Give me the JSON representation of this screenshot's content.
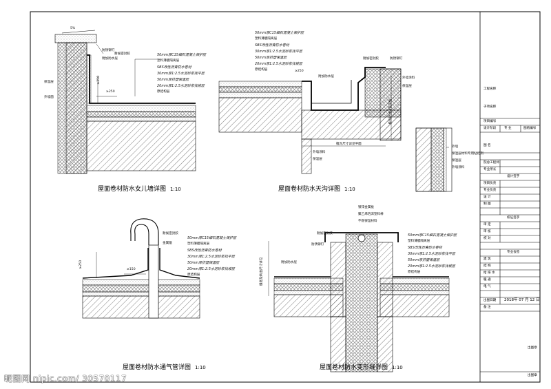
{
  "details": {
    "parapet": {
      "caption": "屋面卷材防水女儿墙详图",
      "scale": "1:10",
      "slope": "5%",
      "dim_250_v": "≥250",
      "dim_250_h": "≥250",
      "left_labels": [
        "保温层",
        "外墙面"
      ],
      "callouts": [
        "防锈铆钉",
        "附加防水层",
        "耐候密封胶"
      ],
      "layers": [
        "50mm厚C15细石混凝土保护层",
        "塑料薄膜隔离层",
        "SBS改性沥青防水卷材",
        "30mm厚1:2.5水泥砂浆找平层",
        "50mm厚挤塑保温层",
        "20mm厚1:2.5水泥砂浆找坡层",
        "原结构层"
      ]
    },
    "gutter": {
      "caption": "屋面卷材防水天沟详图",
      "scale": "1:10",
      "dim_250": "≥250",
      "dim_cornice": "檐沟尺寸详见平面",
      "dim_bottom": "檐沟尺寸详见平面",
      "layers": [
        "50mm厚C15细石混凝土保护层",
        "塑料薄膜隔离层",
        "SBS改性沥青防水卷材",
        "30mm厚1:2.5水泥砂浆找平层",
        "50mm厚挤塑保温层",
        "20mm厚1:2.5水泥砂浆找坡层",
        "原结构层"
      ],
      "callouts": [
        "耐候密封胶",
        "防锈铆钉",
        "附加防水层"
      ],
      "right_labels": [
        "外墙涂料",
        "保温层"
      ],
      "bottom_labels": [
        "外墙涂料",
        "保温层"
      ],
      "wall_labels": [
        "外墙",
        "保温层材料专用粘结剂",
        "保温层",
        "外墙涂料"
      ]
    },
    "vent": {
      "caption": "屋面卷材防水通气管详图",
      "scale": "1:10",
      "dim_250": "≥250",
      "dim_150": "≥150",
      "callouts": [
        "耐候密封胶",
        "金属箍"
      ],
      "layers": [
        "50mm厚C15细石混凝土保护层",
        "塑料薄膜隔离层",
        "SBS改性沥青防水卷材",
        "30mm厚1:2.5水泥砂浆找平层",
        "50mm厚挤塑保温层",
        "20mm厚1:2.5水泥砂浆找坡层",
        "原结构层"
      ]
    },
    "joint": {
      "caption": "屋面卷材防水变形缝详图",
      "scale": "1:10",
      "side_label": "缝宽及构造尺寸详见",
      "top_callouts": [
        "镀锌金属板",
        "聚乙烯泡沫塑料棒",
        "不燃保温材料"
      ],
      "left_callouts": [
        "耐候密封胶",
        "防锈铆钉",
        "附加防水层"
      ],
      "layers": [
        "50mm厚C15细石混凝土保护层",
        "塑料薄膜隔离层",
        "SBS改性沥青防水卷材",
        "30mm厚1:2.5水泥砂浆找平层",
        "50mm厚挤塑保温层",
        "20mm厚1:2.5水泥砂浆找坡层",
        "原结构层"
      ]
    }
  },
  "title_block": {
    "project_name": "工程名称",
    "sub_item": "子项名称",
    "project_no": "项目编号",
    "design_phase": "设计阶段",
    "discipline": "专 业",
    "drawing_no": "图纸编号",
    "drawing_name": "图 名",
    "chief_engineer": "院总工程师",
    "specialist": "专业所长",
    "design_sign": "设计签字",
    "project_lead": "项目负责",
    "discipline_lead": "专业负责",
    "design": "设 计",
    "draft": "制 图",
    "check_sign": "校证签字",
    "approve": "审 定",
    "review": "审 核",
    "proof": "校 对",
    "coop_sign": "专业会签",
    "architecture": "建 筑",
    "structure": "结 构",
    "plumbing": "给 排 水",
    "hvac": "暖 通",
    "electrical": "电 气",
    "issue_date_label": "出图日期",
    "issue_date": "2018年 07 月 12 日",
    "remarks": "备 注",
    "stamp1": "出图章",
    "stamp2": "出图章"
  },
  "watermark": "昵图网 nipic.com/ 30570117"
}
